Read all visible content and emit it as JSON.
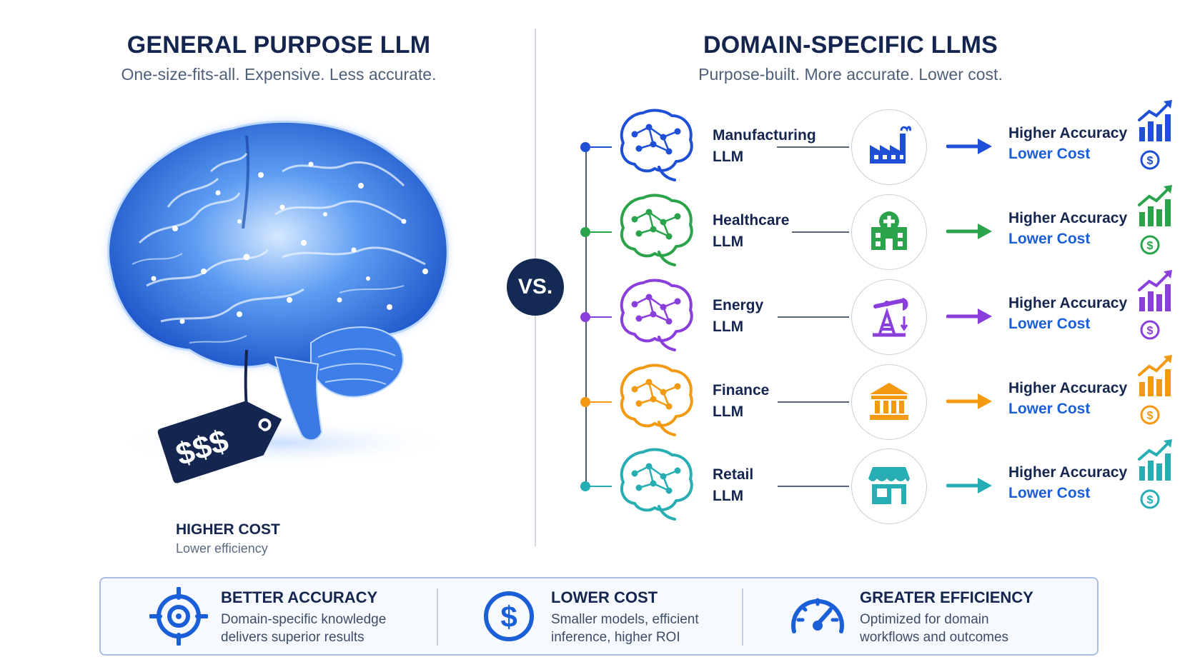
{
  "left": {
    "title": "GENERAL PURPOSE LLM",
    "subtitle": "One-size-fits-all. Expensive. Less accurate.",
    "price_tag": "$$$",
    "cost_label": "HIGHER COST",
    "cost_sublabel": "Lower efficiency"
  },
  "vs_label": "VS.",
  "right": {
    "title": "DOMAIN-SPECIFIC LLMS",
    "subtitle": "Purpose-built. More accurate. Lower cost.",
    "rows": [
      {
        "name_line1": "Manufacturing",
        "name_line2": "LLM",
        "icon": "factory-icon",
        "color": "#1f4fd6",
        "accuracy": "Higher Accuracy",
        "cost": "Lower Cost"
      },
      {
        "name_line1": "Healthcare",
        "name_line2": "LLM",
        "icon": "hospital-icon",
        "color": "#2aa34a",
        "accuracy": "Higher Accuracy",
        "cost": "Lower Cost"
      },
      {
        "name_line1": "Energy",
        "name_line2": "LLM",
        "icon": "oil-pump-icon",
        "color": "#8a3fdc",
        "accuracy": "Higher Accuracy",
        "cost": "Lower Cost"
      },
      {
        "name_line1": "Finance",
        "name_line2": "LLM",
        "icon": "bank-icon",
        "color": "#f39a12",
        "accuracy": "Higher Accuracy",
        "cost": "Lower Cost"
      },
      {
        "name_line1": "Retail",
        "name_line2": "LLM",
        "icon": "storefront-icon",
        "color": "#27aeb4",
        "accuracy": "Higher Accuracy",
        "cost": "Lower Cost"
      }
    ]
  },
  "benefits": [
    {
      "icon": "target-icon",
      "title": "BETTER ACCURACY",
      "desc_line1": "Domain-specific knowledge",
      "desc_line2": "delivers superior results"
    },
    {
      "icon": "dollar-coin-icon",
      "title": "LOWER COST",
      "desc_line1": "Smaller models, efficient",
      "desc_line2": "inference, higher ROI"
    },
    {
      "icon": "speedometer-icon",
      "title": "GREATER EFFICIENCY",
      "desc_line1": "Optimized for domain",
      "desc_line2": "workflows and outcomes"
    }
  ],
  "colors": {
    "navy": "#14254f",
    "accent_blue": "#1a5fd8",
    "brain_blue": "#2f74e8"
  }
}
